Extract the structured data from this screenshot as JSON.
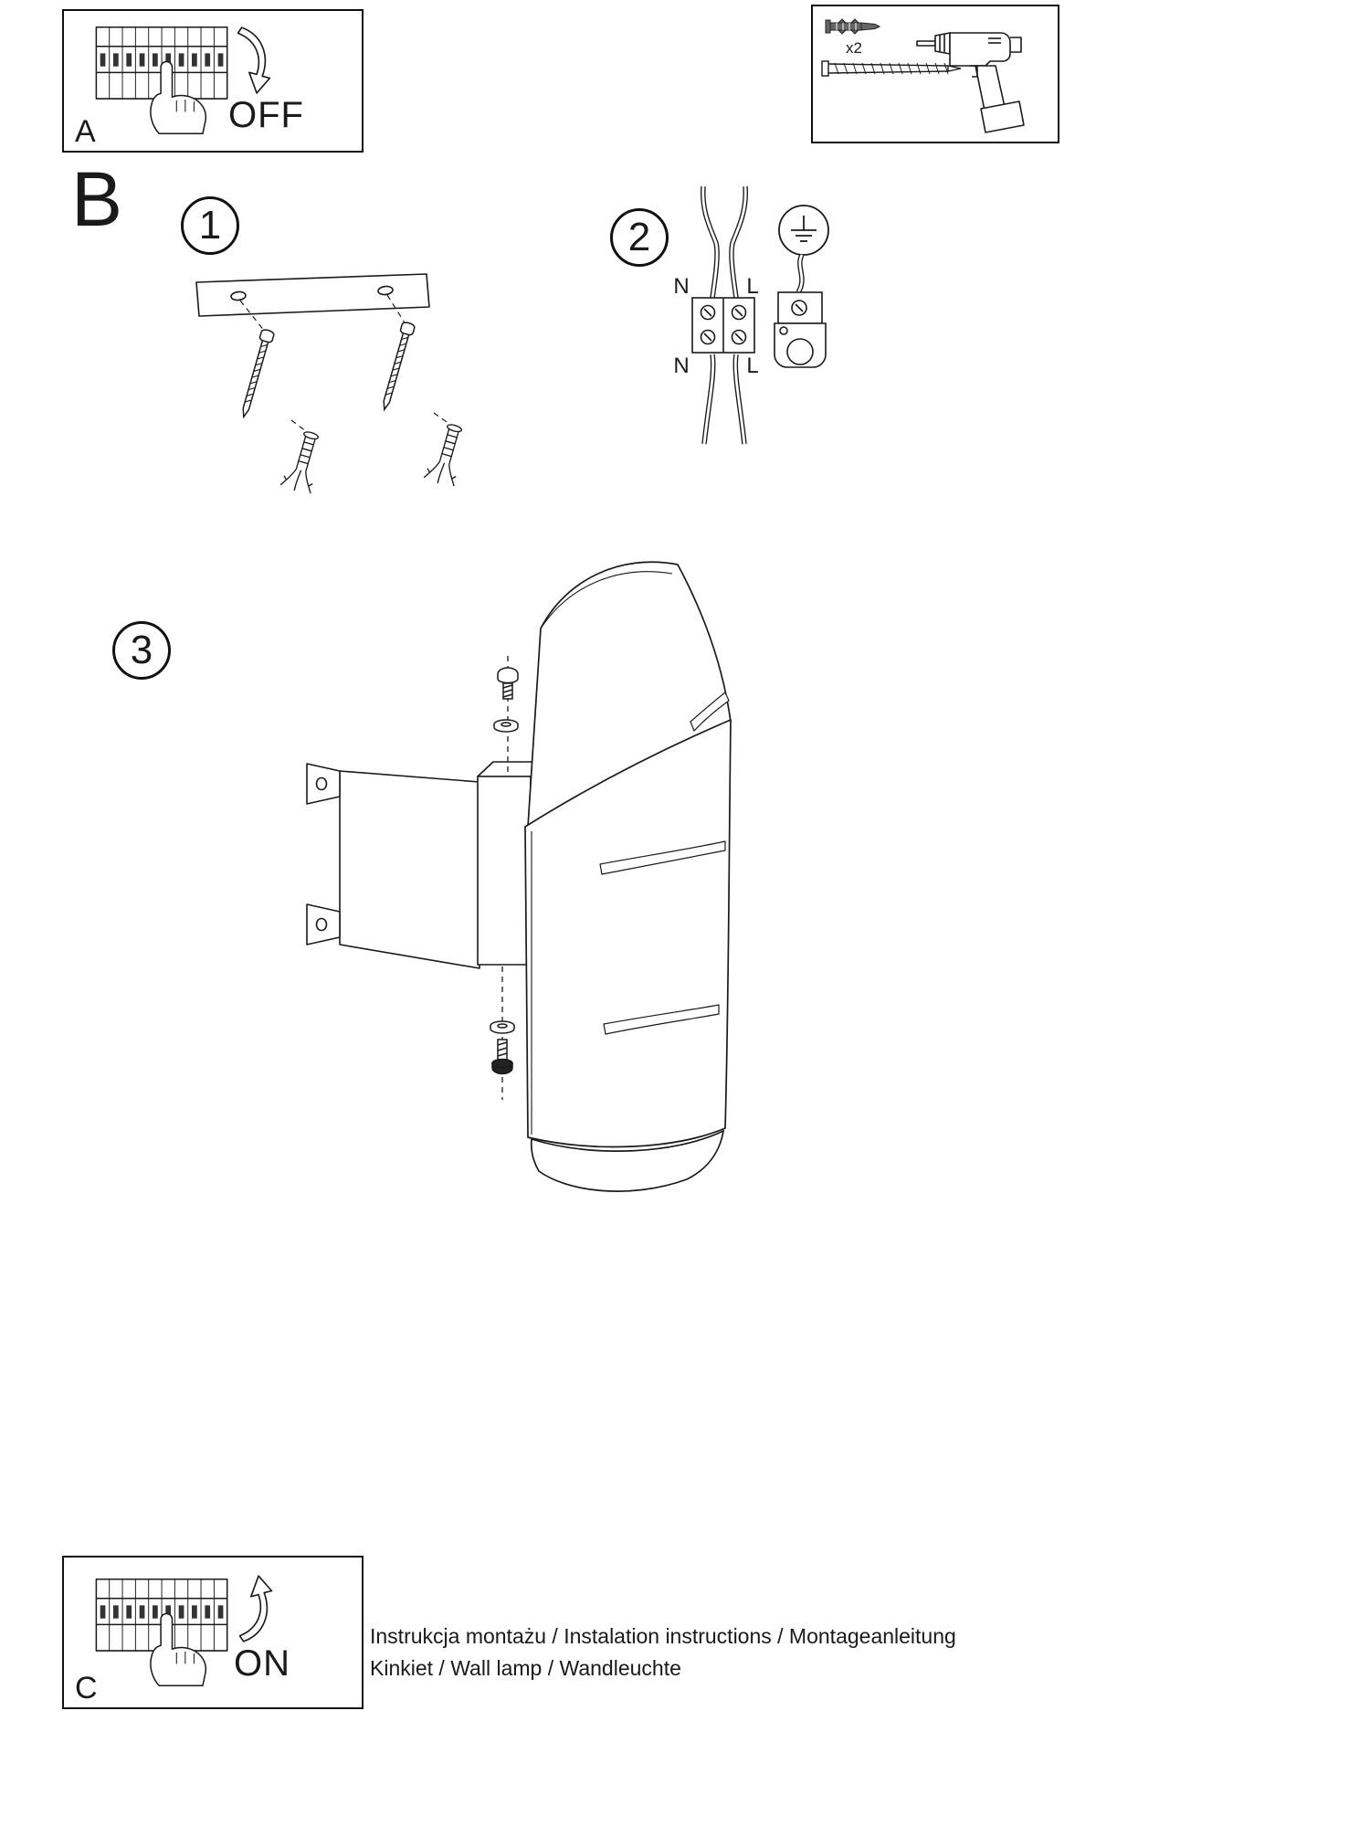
{
  "step_a": {
    "label": "A",
    "switch_state": "OFF"
  },
  "tools_box": {
    "anchor_quantity": "x2"
  },
  "section_b": {
    "label": "B",
    "step_1": {
      "number": "1"
    },
    "step_2": {
      "number": "2",
      "terminals": {
        "top_left": "N",
        "top_right": "L",
        "bottom_left": "N",
        "bottom_right": "L"
      }
    },
    "step_3": {
      "number": "3"
    }
  },
  "step_c": {
    "label": "C",
    "switch_state": "ON"
  },
  "footer": {
    "line_1": "Instrukcja montażu / Instalation instructions / Montageanleitung",
    "line_2": "Kinkiet / Wall lamp / Wandleuchte"
  }
}
